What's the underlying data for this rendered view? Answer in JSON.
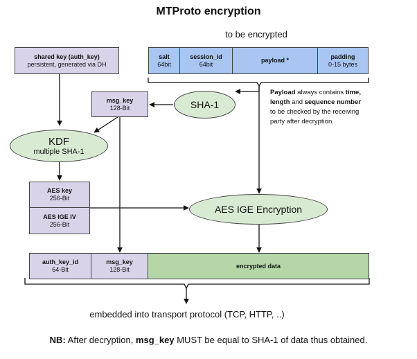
{
  "title": "MTProto encryption",
  "to_be_encrypted": "to be encrypted",
  "shared_key": {
    "title": "shared key (auth_key)",
    "subtitle": "persistent, generated via DH"
  },
  "segments": [
    {
      "label": "salt",
      "sub": "64bit"
    },
    {
      "label": "session_id",
      "sub": "64bit"
    },
    {
      "label": "payload *",
      "sub": ""
    },
    {
      "label": "padding",
      "sub": "0-15 bytes"
    }
  ],
  "note": {
    "line1_b1": "Payload",
    "line1_t1": " always contains ",
    "line1_b2": "time,",
    "line2_b1": "length",
    "line2_t1": " and ",
    "line2_b2": "sequence number",
    "line3": "to be checked by the receiving",
    "line4": "party after decryption."
  },
  "msg_key_top": {
    "label": "msg_key",
    "sub": "128-Bit"
  },
  "sha1": "SHA-1",
  "kdf": {
    "title": "KDF",
    "sub": "multiple SHA-1"
  },
  "aes_key": {
    "label": "AES key",
    "sub": "256-Bit"
  },
  "aes_iv": {
    "label": "AES IGE IV",
    "sub": "256-Bit"
  },
  "aes_enc": "AES IGE Encryption",
  "bottom_row": [
    {
      "label": "auth_key_id",
      "sub": "64-Bit"
    },
    {
      "label": "msg_key",
      "sub": "128-Bit"
    },
    {
      "label": "encrypted data",
      "sub": ""
    }
  ],
  "embedded": "embedded into transport protocol (TCP, HTTP, ..)",
  "nb": {
    "prefix": "NB:",
    "text1": " After decryption, ",
    "key": "msg_key",
    "text2": " MUST be equal to SHA-1 of data thus obtained."
  }
}
